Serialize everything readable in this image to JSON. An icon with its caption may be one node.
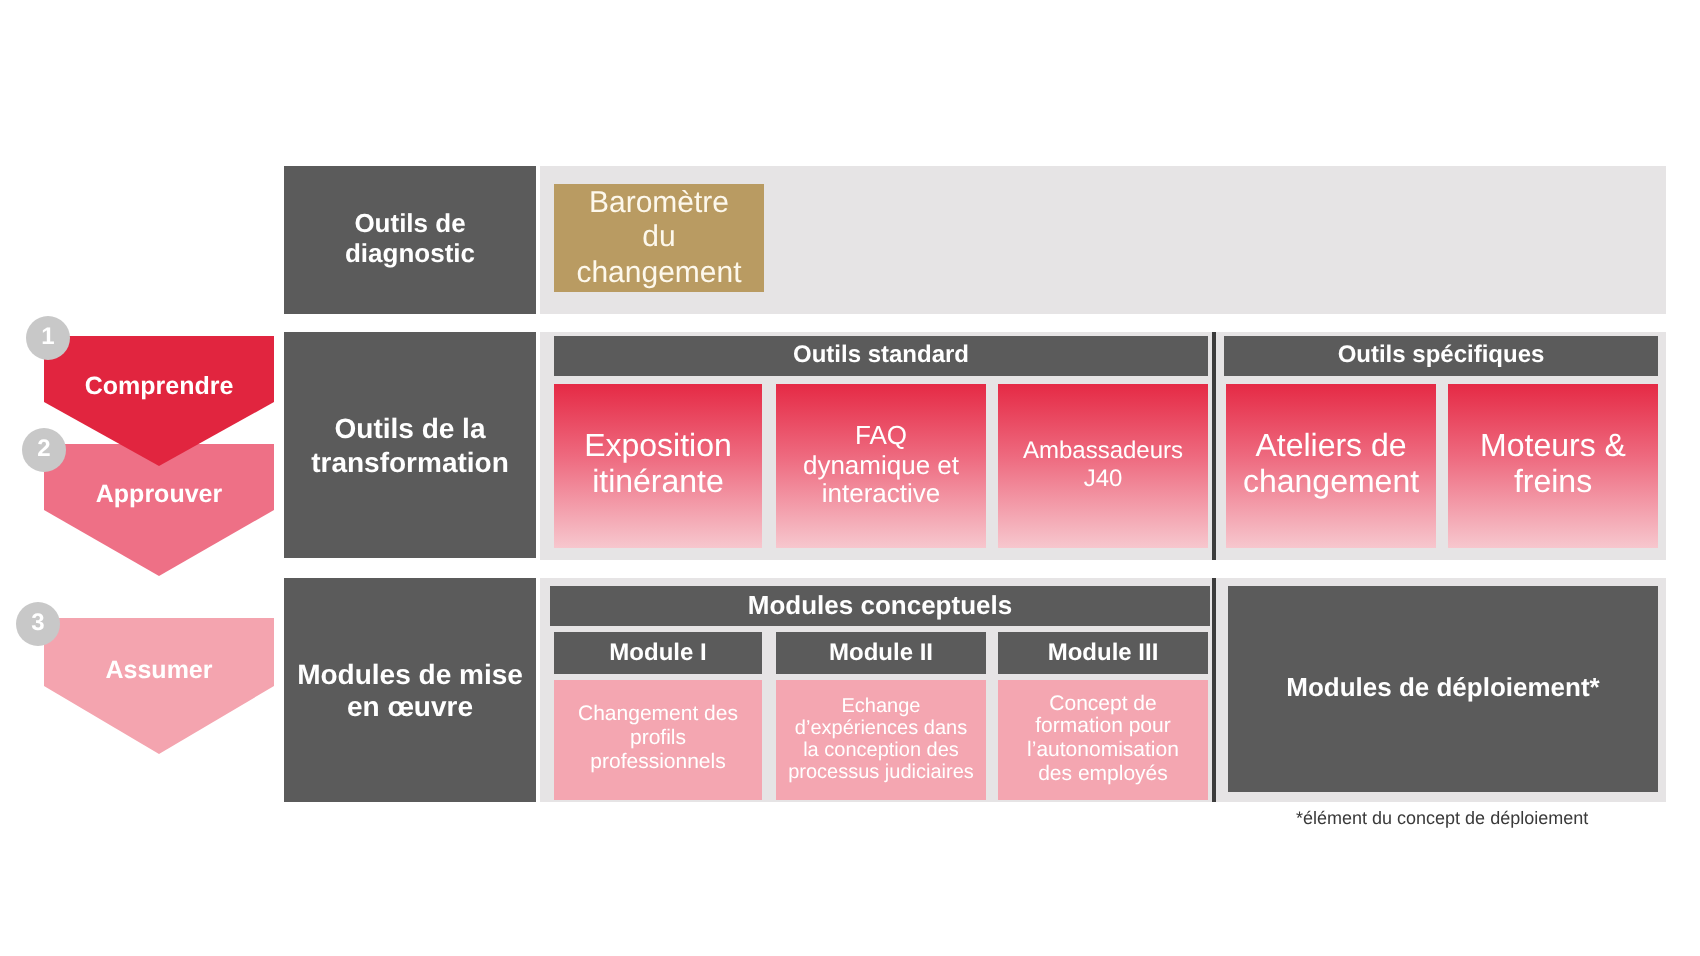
{
  "diagram": {
    "nodes": [
      {
        "text": [
          "Outils de diagnostic"
        ]
      },
      {
        "text": [],
        "shape": "band"
      },
      {
        "text": [
          "Baromètre du changement"
        ],
        "in": 1
      },
      {
        "text": [
          "1"
        ]
      },
      {
        "text": [
          "Comprendre"
        ]
      },
      {
        "text": [
          "2"
        ]
      },
      {
        "text": [
          "Approuver"
        ]
      },
      {
        "text": [
          "Outils de la transformation"
        ]
      },
      {
        "text": [],
        "shape": "band"
      },
      {
        "text": [
          "Outils standard"
        ],
        "in": 8
      },
      {
        "text": [
          "Outils spécifiques"
        ],
        "in": 8
      },
      {
        "text": [
          "Exposition itinérante"
        ],
        "in": 8
      },
      {
        "text": [
          "FAQ dynamique et interactive"
        ],
        "in": 8
      },
      {
        "text": [
          "Ambassadeurs J40"
        ],
        "in": 8
      },
      {
        "text": [
          "Ateliers de changement"
        ],
        "in": 8
      },
      {
        "text": [
          "Moteurs & freins"
        ],
        "in": 8
      },
      {
        "text": [
          "3"
        ]
      },
      {
        "text": [
          "Assumer"
        ]
      },
      {
        "text": [
          "Modules de mise en œuvre"
        ]
      },
      {
        "text": [],
        "shape": "band"
      },
      {
        "text": [
          "Modules conceptuels"
        ],
        "in": 19
      },
      {
        "text": [
          "Module I"
        ],
        "in": 19
      },
      {
        "text": [
          "Module II"
        ],
        "in": 19
      },
      {
        "text": [
          "Module III"
        ],
        "in": 19
      },
      {
        "text": [
          "Changement des profils professionnels"
        ],
        "in": 19
      },
      {
        "text": [
          "Echange d’expériences dans la conception des processus judiciaires"
        ],
        "in": 19
      },
      {
        "text": [
          "Concept de formation pour l’autonomisation des employés"
        ],
        "in": 19
      },
      {
        "text": [
          "Modules de déploiement*"
        ],
        "in": 19,
        "beside": [
          "*élément du concept de déploiement"
        ]
      }
    ]
  }
}
